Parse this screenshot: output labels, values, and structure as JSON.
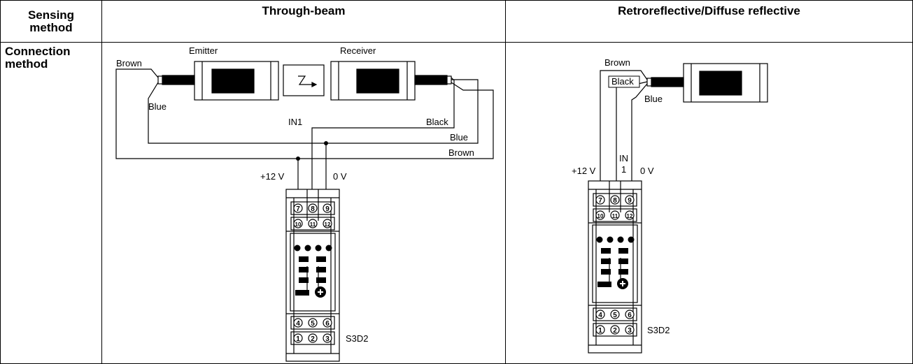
{
  "table": {
    "header_col1": "Sensing method",
    "header_col2": "Through-beam",
    "header_col3": "Retroreflective/Diffuse reflective",
    "row_label": "Connection method"
  },
  "through_beam": {
    "emitter": "Emitter",
    "receiver": "Receiver",
    "brown_left": "Brown",
    "blue_left": "Blue",
    "black_right": "Black",
    "blue_right": "Blue",
    "brown_right": "Brown",
    "in1": "IN1",
    "plus12": "+12 V",
    "zero_v": "0 V",
    "model": "S3D2"
  },
  "reflective": {
    "brown": "Brown",
    "black": "Black",
    "blue": "Blue",
    "plus12": "+12 V",
    "in_top": "IN",
    "in_bottom": "1",
    "zero_v": "0 V",
    "model": "S3D2"
  },
  "terminals": {
    "top_row_1": [
      "7",
      "8",
      "9"
    ],
    "top_row_2": [
      "10",
      "11",
      "12"
    ],
    "bottom_row_1": [
      "4",
      "5",
      "6"
    ],
    "bottom_row_2": [
      "1",
      "2",
      "3"
    ]
  }
}
